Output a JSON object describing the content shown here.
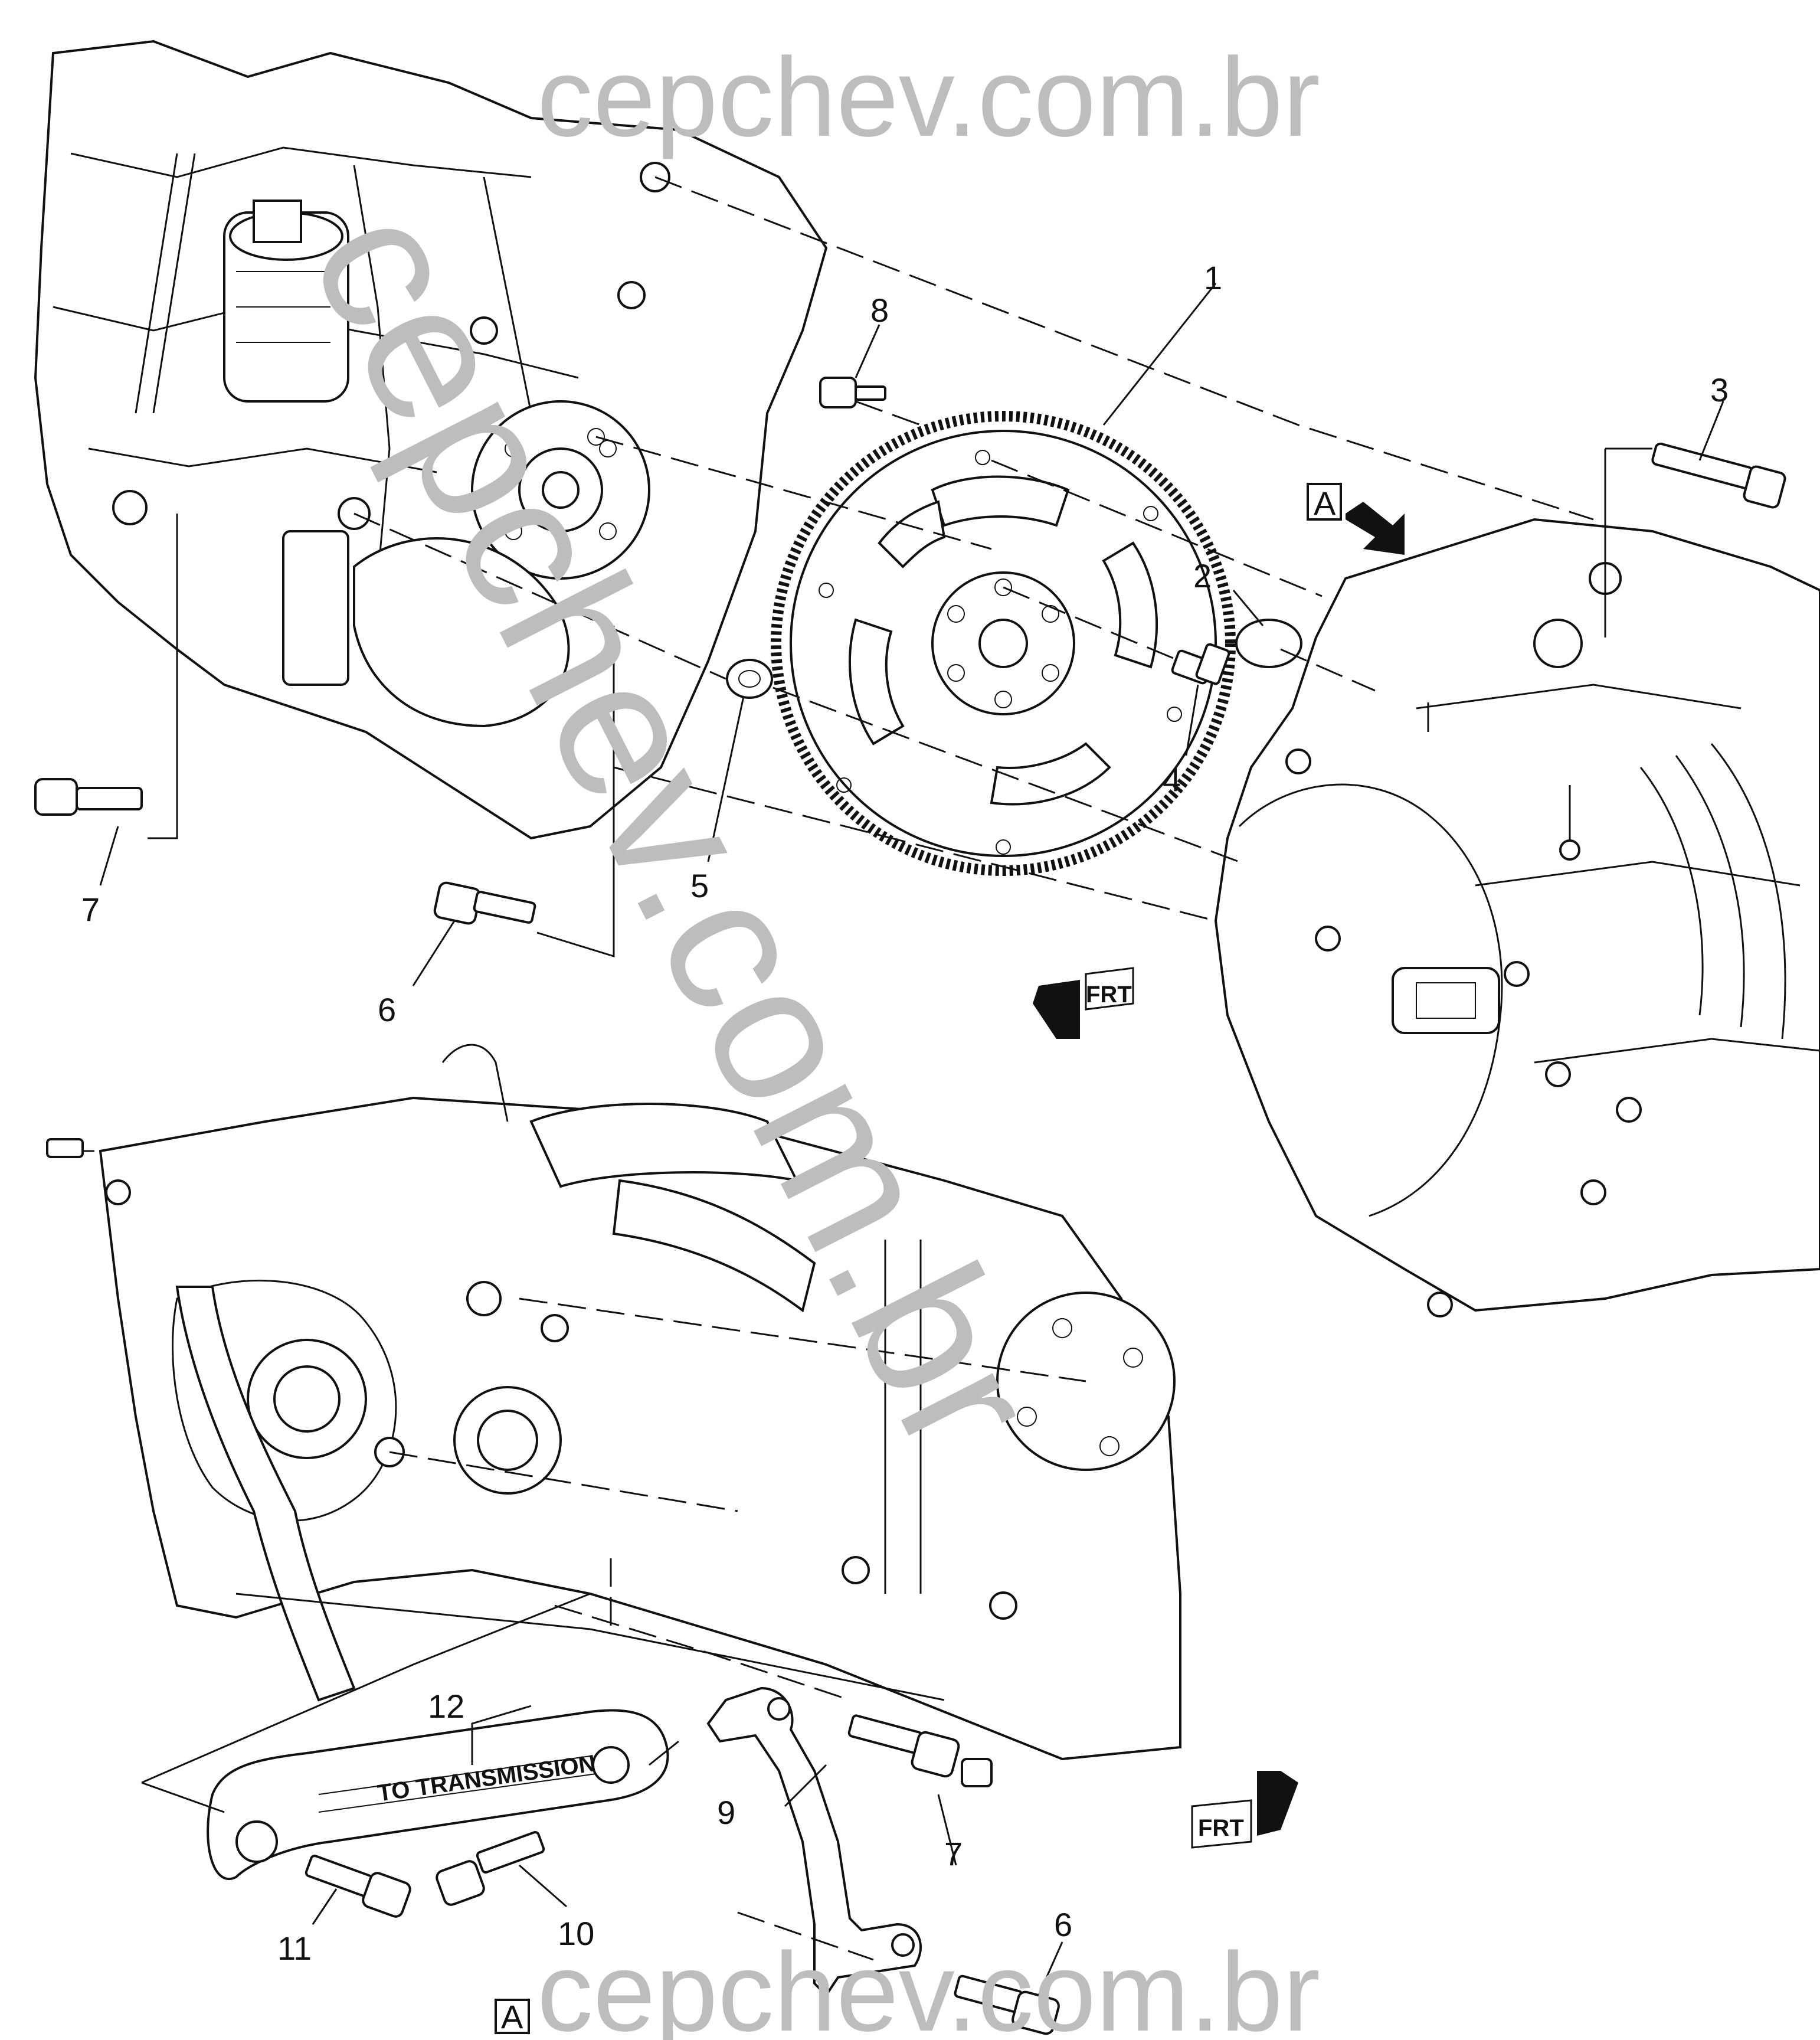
{
  "watermarks": {
    "top": "cepchev.com.br",
    "diagonal": "cepchev.com.br",
    "bottom": "cepchev.com.br"
  },
  "callouts": [
    "1",
    "2",
    "3",
    "4",
    "5",
    "6",
    "7",
    "8",
    "9",
    "10",
    "11",
    "12"
  ],
  "view_label": "A",
  "arrow_label": "FRT",
  "brace_text": "TO TRANSMISSION",
  "icons": [
    "front-arrow-icon",
    "view-a-arrow-icon"
  ]
}
